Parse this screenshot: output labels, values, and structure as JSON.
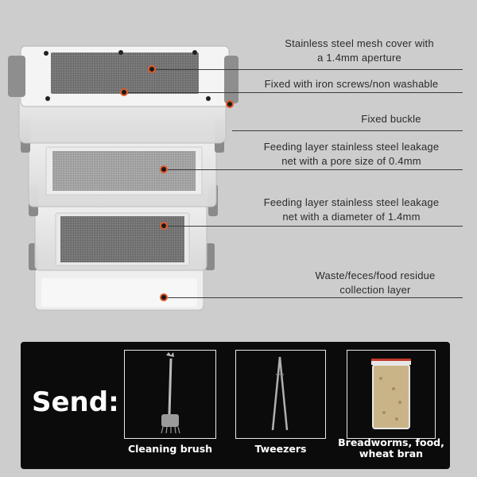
{
  "callouts": [
    {
      "lines": [
        "Stainless steel mesh cover with",
        "a 1.4mm aperture"
      ]
    },
    {
      "lines": [
        "Fixed with iron screws/non washable"
      ]
    },
    {
      "lines": [
        "Fixed buckle"
      ]
    },
    {
      "lines": [
        "Feeding layer stainless steel leakage",
        "net with a pore size of 0.4mm"
      ]
    },
    {
      "lines": [
        "Feeding layer stainless steel leakage",
        "net with a diameter of 1.4mm"
      ]
    },
    {
      "lines": [
        "Waste/feces/food residue",
        "collection layer"
      ]
    }
  ],
  "panel": {
    "send_label": "Send:",
    "items": [
      {
        "label": "Cleaning brush",
        "icon": "cleaning-brush-icon"
      },
      {
        "label": "Tweezers",
        "icon": "tweezers-icon"
      },
      {
        "label_lines": [
          "Breadworms, food,",
          "wheat bran"
        ],
        "icon": "food-bag-icon"
      }
    ]
  },
  "colors": {
    "accent_ring": "#e05a2a",
    "panel_bg": "#0b0b0b",
    "page_bg": "#cdcdcd"
  }
}
